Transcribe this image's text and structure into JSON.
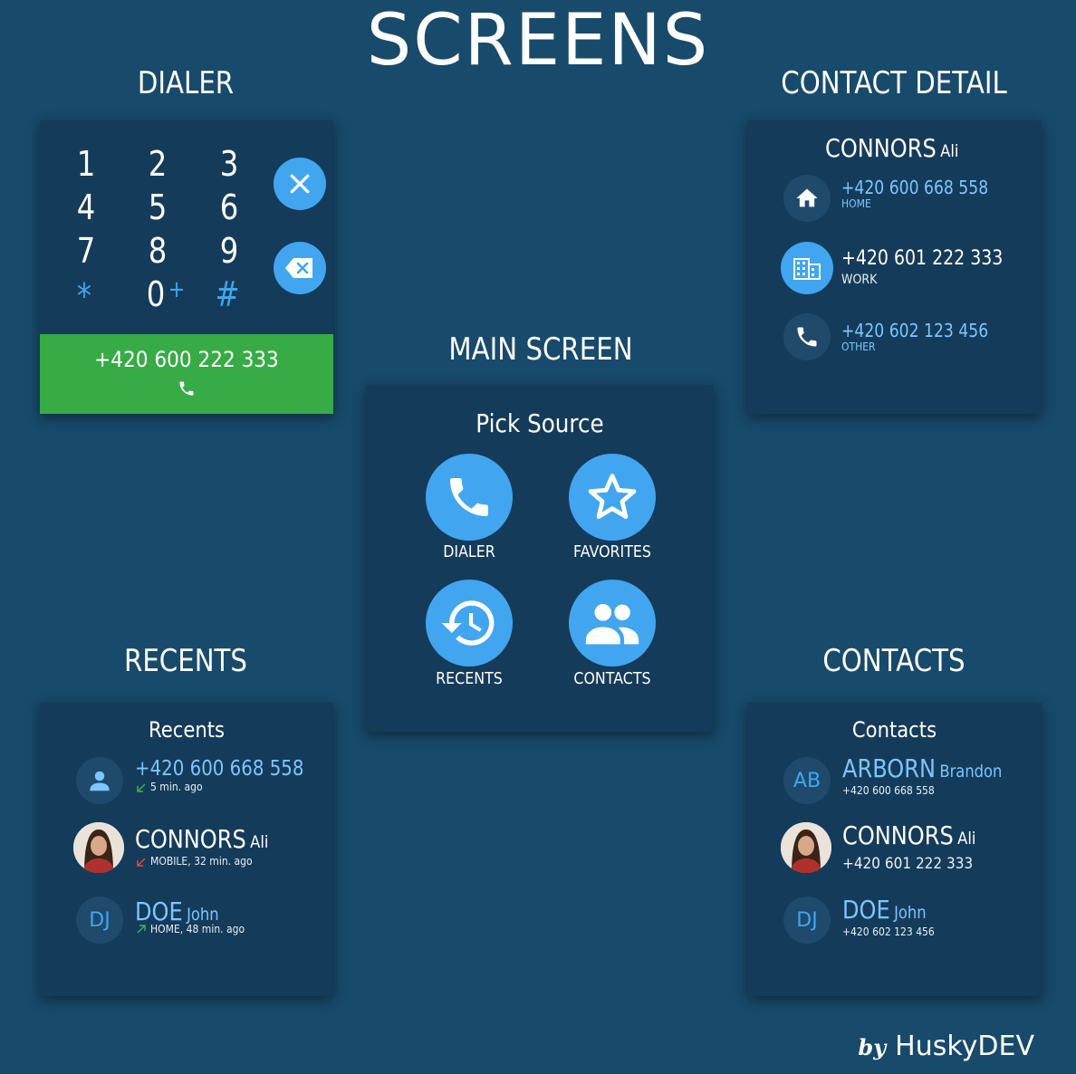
{
  "page": {
    "title": "SCREENS",
    "credit_by": "by",
    "credit_name": "HuskyDEV"
  },
  "colors": {
    "background": "#184a6c",
    "card": "#153b5a",
    "accent": "#41a6ef",
    "call_green": "#37ab46",
    "missed_red": "#e84a3f",
    "outgoing_green": "#4caf50"
  },
  "dialer": {
    "section_title": "DIALER",
    "keys": [
      "1",
      "2",
      "3",
      "4",
      "5",
      "6",
      "7",
      "8",
      "9",
      "*",
      "0",
      "+",
      "#"
    ],
    "clear_icon": "close-icon",
    "backspace_icon": "backspace-icon",
    "number": "+420 600 222 333",
    "call_icon": "phone-icon"
  },
  "contact_detail": {
    "section_title": "CONTACT DETAIL",
    "last_name": "CONNORS",
    "first_name": "Ali",
    "numbers": [
      {
        "number": "+420 600 668 558",
        "type": "HOME",
        "icon": "home-icon"
      },
      {
        "number": "+420 601 222 333",
        "type": "WORK",
        "icon": "building-icon"
      },
      {
        "number": "+420 602 123 456",
        "type": "OTHER",
        "icon": "phone-icon"
      }
    ]
  },
  "main_screen": {
    "section_title": "MAIN SCREEN",
    "title": "Pick Source",
    "buttons": [
      {
        "label": "DIALER",
        "icon": "phone-icon"
      },
      {
        "label": "FAVORITES",
        "icon": "star-icon"
      },
      {
        "label": "RECENTS",
        "icon": "history-icon"
      },
      {
        "label": "CONTACTS",
        "icon": "people-icon"
      }
    ]
  },
  "recents": {
    "section_title": "RECENTS",
    "title": "Recents",
    "items": [
      {
        "primary": "+420 600 668 558",
        "detail": "5 min. ago",
        "direction": "incoming"
      },
      {
        "last_name": "CONNORS",
        "first_name": "Ali",
        "detail": "MOBILE, 32 min. ago",
        "direction": "missed"
      },
      {
        "initials": "DJ",
        "last_name": "DOE",
        "first_name": "John",
        "detail": "HOME, 48 min. ago",
        "direction": "outgoing"
      }
    ]
  },
  "contacts": {
    "section_title": "CONTACTS",
    "title": "Contacts",
    "items": [
      {
        "initials": "AB",
        "last_name": "ARBORN",
        "first_name": "Brandon",
        "number": "+420 600 668 558"
      },
      {
        "last_name": "CONNORS",
        "first_name": "Ali",
        "number": "+420 601 222 333"
      },
      {
        "initials": "DJ",
        "last_name": "DOE",
        "first_name": "John",
        "number": "+420 602 123 456"
      }
    ]
  }
}
